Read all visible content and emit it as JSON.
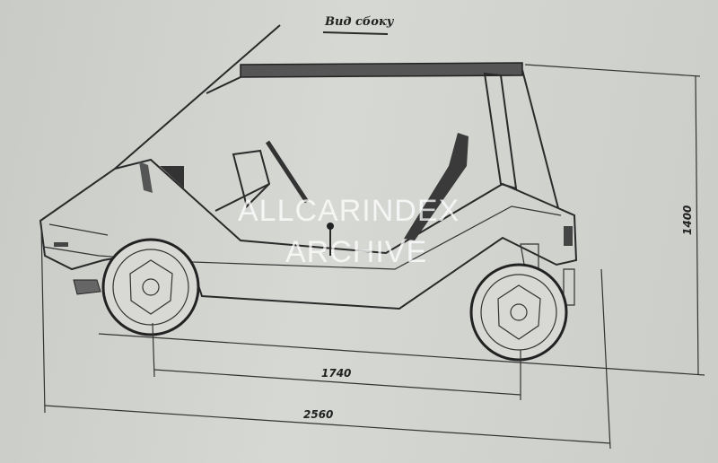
{
  "title": "Вид сбоку",
  "dimensions": {
    "wheelbase": "1740",
    "overall_length": "2560",
    "height": "1400"
  },
  "watermark": [
    "ALLCARINDEX",
    "ARCHIVE"
  ]
}
